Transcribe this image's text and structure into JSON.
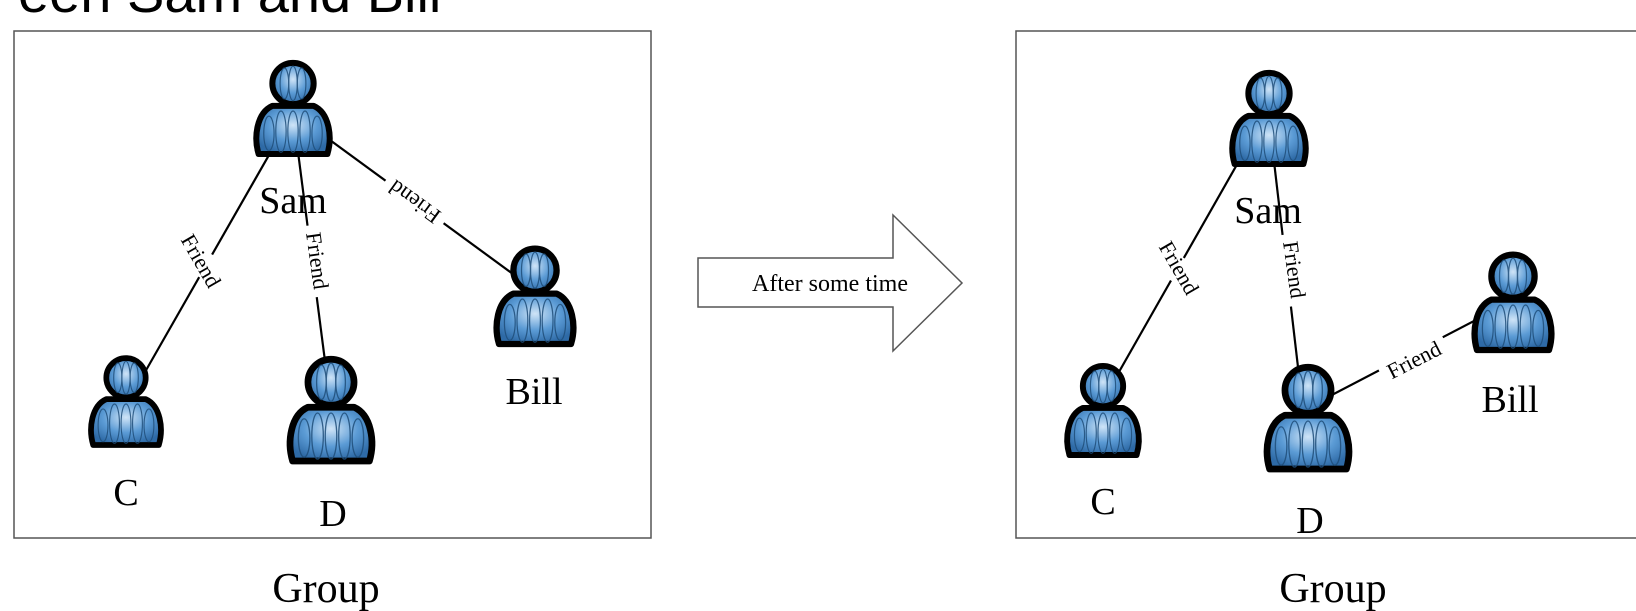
{
  "title": "een Sam and Bill",
  "arrow_label": "After some time",
  "colors": {
    "person_fill": "#5b9bd5",
    "person_highlight": "#bcd9f2",
    "person_outline": "#000000",
    "frame": "#555555"
  },
  "icons": {
    "person": "person-icon"
  },
  "panels": [
    {
      "group_label": "Group",
      "nodes": [
        {
          "id": "sam",
          "label": "Sam"
        },
        {
          "id": "c",
          "label": "C"
        },
        {
          "id": "d",
          "label": "D"
        },
        {
          "id": "bill",
          "label": "Bill"
        }
      ],
      "edges": [
        {
          "from": "sam",
          "to": "c",
          "label": "Friend"
        },
        {
          "from": "sam",
          "to": "d",
          "label": "Friend"
        },
        {
          "from": "sam",
          "to": "bill",
          "label": "Friend"
        }
      ]
    },
    {
      "group_label": "Group",
      "nodes": [
        {
          "id": "sam",
          "label": "Sam"
        },
        {
          "id": "c",
          "label": "C"
        },
        {
          "id": "d",
          "label": "D"
        },
        {
          "id": "bill",
          "label": "Bill"
        }
      ],
      "edges": [
        {
          "from": "sam",
          "to": "c",
          "label": "Friend"
        },
        {
          "from": "sam",
          "to": "d",
          "label": "Friend"
        },
        {
          "from": "d",
          "to": "bill",
          "label": "Friend"
        }
      ]
    }
  ]
}
